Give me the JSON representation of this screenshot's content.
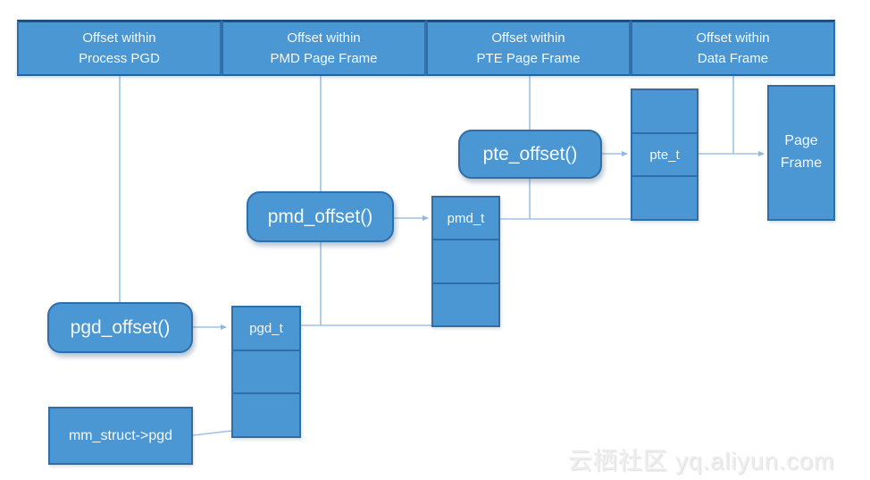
{
  "diagram": {
    "title_semantic": "Linux page table walk: pgd/pmd/pte offset translation",
    "headers": [
      {
        "line1": "Offset within",
        "line2": "Process PGD"
      },
      {
        "line1": "Offset within",
        "line2": "PMD Page Frame"
      },
      {
        "line1": "Offset within",
        "line2": "PTE Page Frame"
      },
      {
        "line1": "Offset within",
        "line2": "Data Frame"
      }
    ],
    "nodes": {
      "pgd_offset": "pgd_offset()",
      "pmd_offset": "pmd_offset()",
      "pte_offset": "pte_offset()",
      "pgd_t": "pgd_t",
      "pmd_t": "pmd_t",
      "pte_t": "pte_t",
      "mm_struct": "mm_struct->pgd",
      "page_frame_line1": "Page",
      "page_frame_line2": "Frame"
    },
    "colors": {
      "box_fill": "#4b97d3",
      "box_border": "#2f6ea9",
      "header_top_border": "#1e4f7d",
      "connector": "#9dc3e6",
      "text": "#f3f9fd",
      "watermark": "#ececec"
    },
    "watermark": "云栖社区 yq.aliyun.com"
  }
}
